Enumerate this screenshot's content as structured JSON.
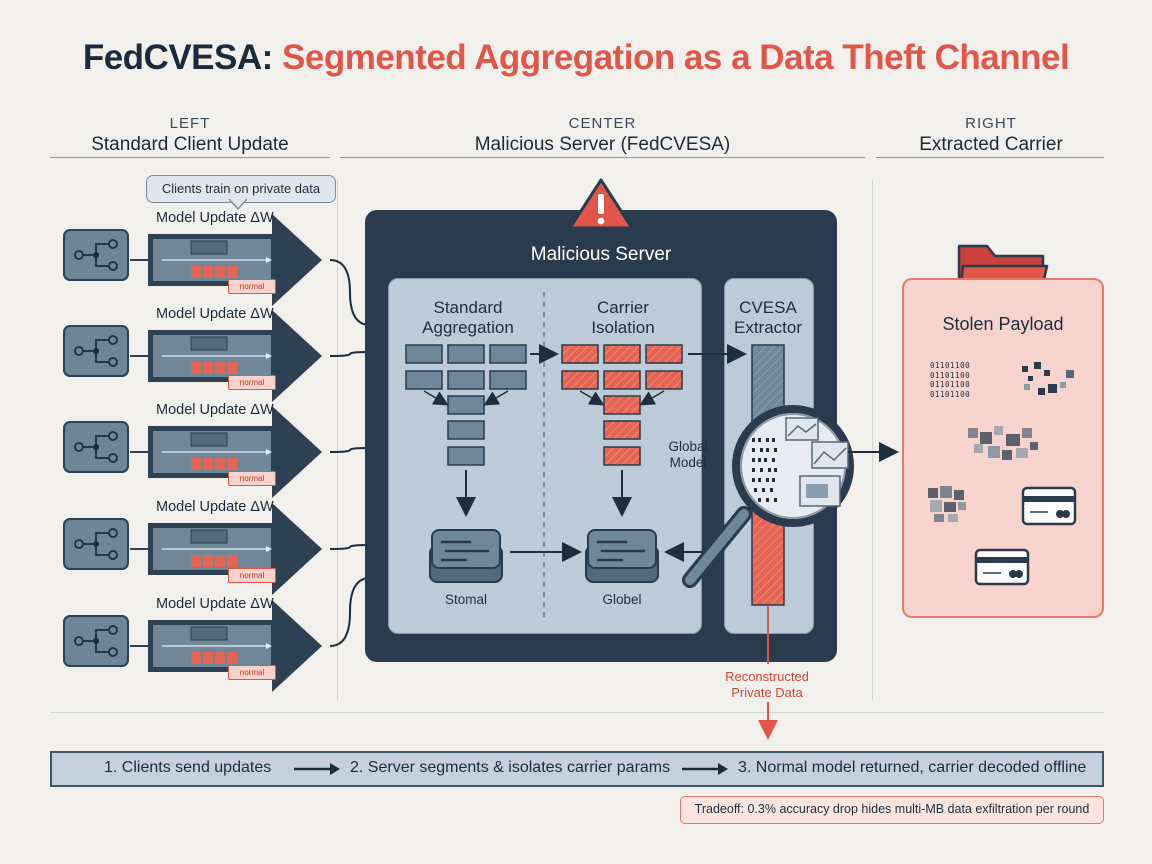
{
  "title": {
    "part1": "FedCVESA:",
    "part2": "Segmented Aggregation as a Data Theft Channel"
  },
  "columns": {
    "left": {
      "tag": "LEFT",
      "name": "Standard Client Update"
    },
    "center": {
      "tag": "CENTER",
      "name": "Malicious Server (FedCVESA)"
    },
    "right": {
      "tag": "RIGHT",
      "name": "Extracted Carrier"
    }
  },
  "clients": {
    "callout": "Clients train on private data",
    "update_label": "Model Update ΔW",
    "badge": "normal",
    "count": 5
  },
  "server": {
    "title": "Malicious Server",
    "warning_icon": "warning-triangle-icon",
    "standard_aggregation": "Standard\nAggregation",
    "carrier_isolation": "Carrier\nIsolation",
    "extractor": "CVESA\nExtractor",
    "global_model": "Global\nModel",
    "stomal_label": "Stomal",
    "globel_label": "Globel"
  },
  "payload": {
    "title": "Stolen Payload",
    "binary_lines": [
      "01101100",
      "01101100",
      "01101100",
      "01101100"
    ],
    "reconstructed": "Reconstructed\nPrivate Data"
  },
  "steps": [
    "1. Clients send updates",
    "2. Server segments & isolates carrier params",
    "3. Normal model returned, carrier decoded offline"
  ],
  "tradeoff": "Tradeoff: 0.3% accuracy drop hides multi-MB data exfiltration per round",
  "colors": {
    "navy": "#2a3b4d",
    "accent_red": "#e0574a",
    "panel_blue": "#bccbd7",
    "payload_pink": "#f6d3cc"
  }
}
